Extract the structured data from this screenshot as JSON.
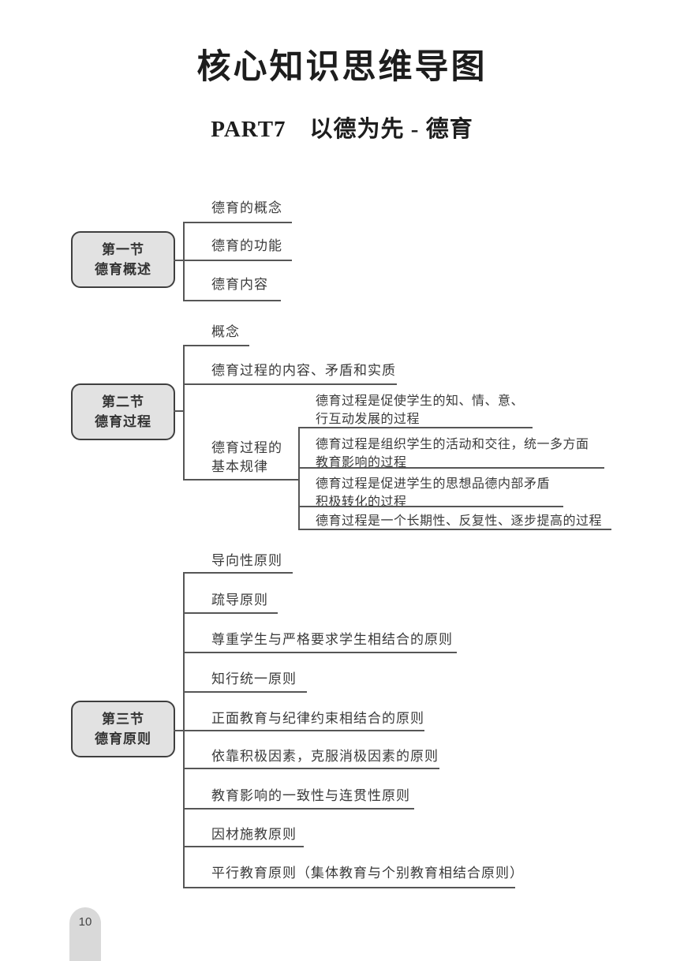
{
  "page": {
    "title": "核心知识思维导图",
    "subtitle": "PART7　以德为先 - 德育",
    "page_number": "10"
  },
  "colors": {
    "line": "#565656",
    "box_fill": "#e2e2e2",
    "box_border": "#3f3f3f",
    "text": "#3a3a3a",
    "page_pill": "#d9d9d9"
  },
  "mindmap": {
    "sections": [
      {
        "label_line1": "第一节",
        "label_line2": "德育概述",
        "items": [
          {
            "label": "德育的概念"
          },
          {
            "label": "德育的功能"
          },
          {
            "label": "德育内容"
          }
        ]
      },
      {
        "label_line1": "第二节",
        "label_line2": "德育过程",
        "items": [
          {
            "label": "概念"
          },
          {
            "label": "德育过程的内容、矛盾和实质"
          },
          {
            "label_line1": "德育过程的",
            "label_line2": "基本规律",
            "children": [
              {
                "line1": "德育过程是促使学生的知、情、意、",
                "line2": "行互动发展的过程"
              },
              {
                "line1": "德育过程是组织学生的活动和交往，统一多方面",
                "line2": "教育影响的过程"
              },
              {
                "line1": "德育过程是促进学生的思想品德内部矛盾",
                "line2": "积极转化的过程"
              },
              {
                "line1": "德育过程是一个长期性、反复性、逐步提高的过程"
              }
            ]
          }
        ]
      },
      {
        "label_line1": "第三节",
        "label_line2": "德育原则",
        "items": [
          {
            "label": "导向性原则"
          },
          {
            "label": "疏导原则"
          },
          {
            "label": "尊重学生与严格要求学生相结合的原则"
          },
          {
            "label": "知行统一原则"
          },
          {
            "label": "正面教育与纪律约束相结合的原则"
          },
          {
            "label": "依靠积极因素，克服消极因素的原则"
          },
          {
            "label": "教育影响的一致性与连贯性原则"
          },
          {
            "label": "因材施教原则"
          },
          {
            "label": "平行教育原则（集体教育与个别教育相结合原则）"
          }
        ]
      }
    ]
  }
}
